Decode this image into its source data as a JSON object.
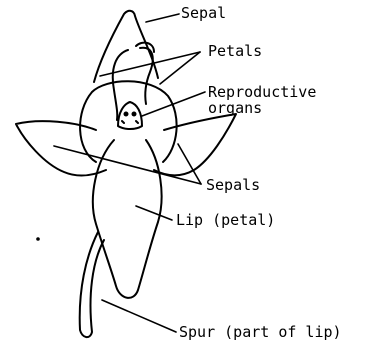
{
  "diagram": {
    "labels": {
      "sepal_top": "Sepal",
      "petals": "Petals",
      "reproductive_line1": "Reproductive",
      "reproductive_line2": "organs",
      "sepals": "Sepals",
      "lip": "Lip (petal)",
      "spur": "Spur (part of lip)"
    }
  }
}
